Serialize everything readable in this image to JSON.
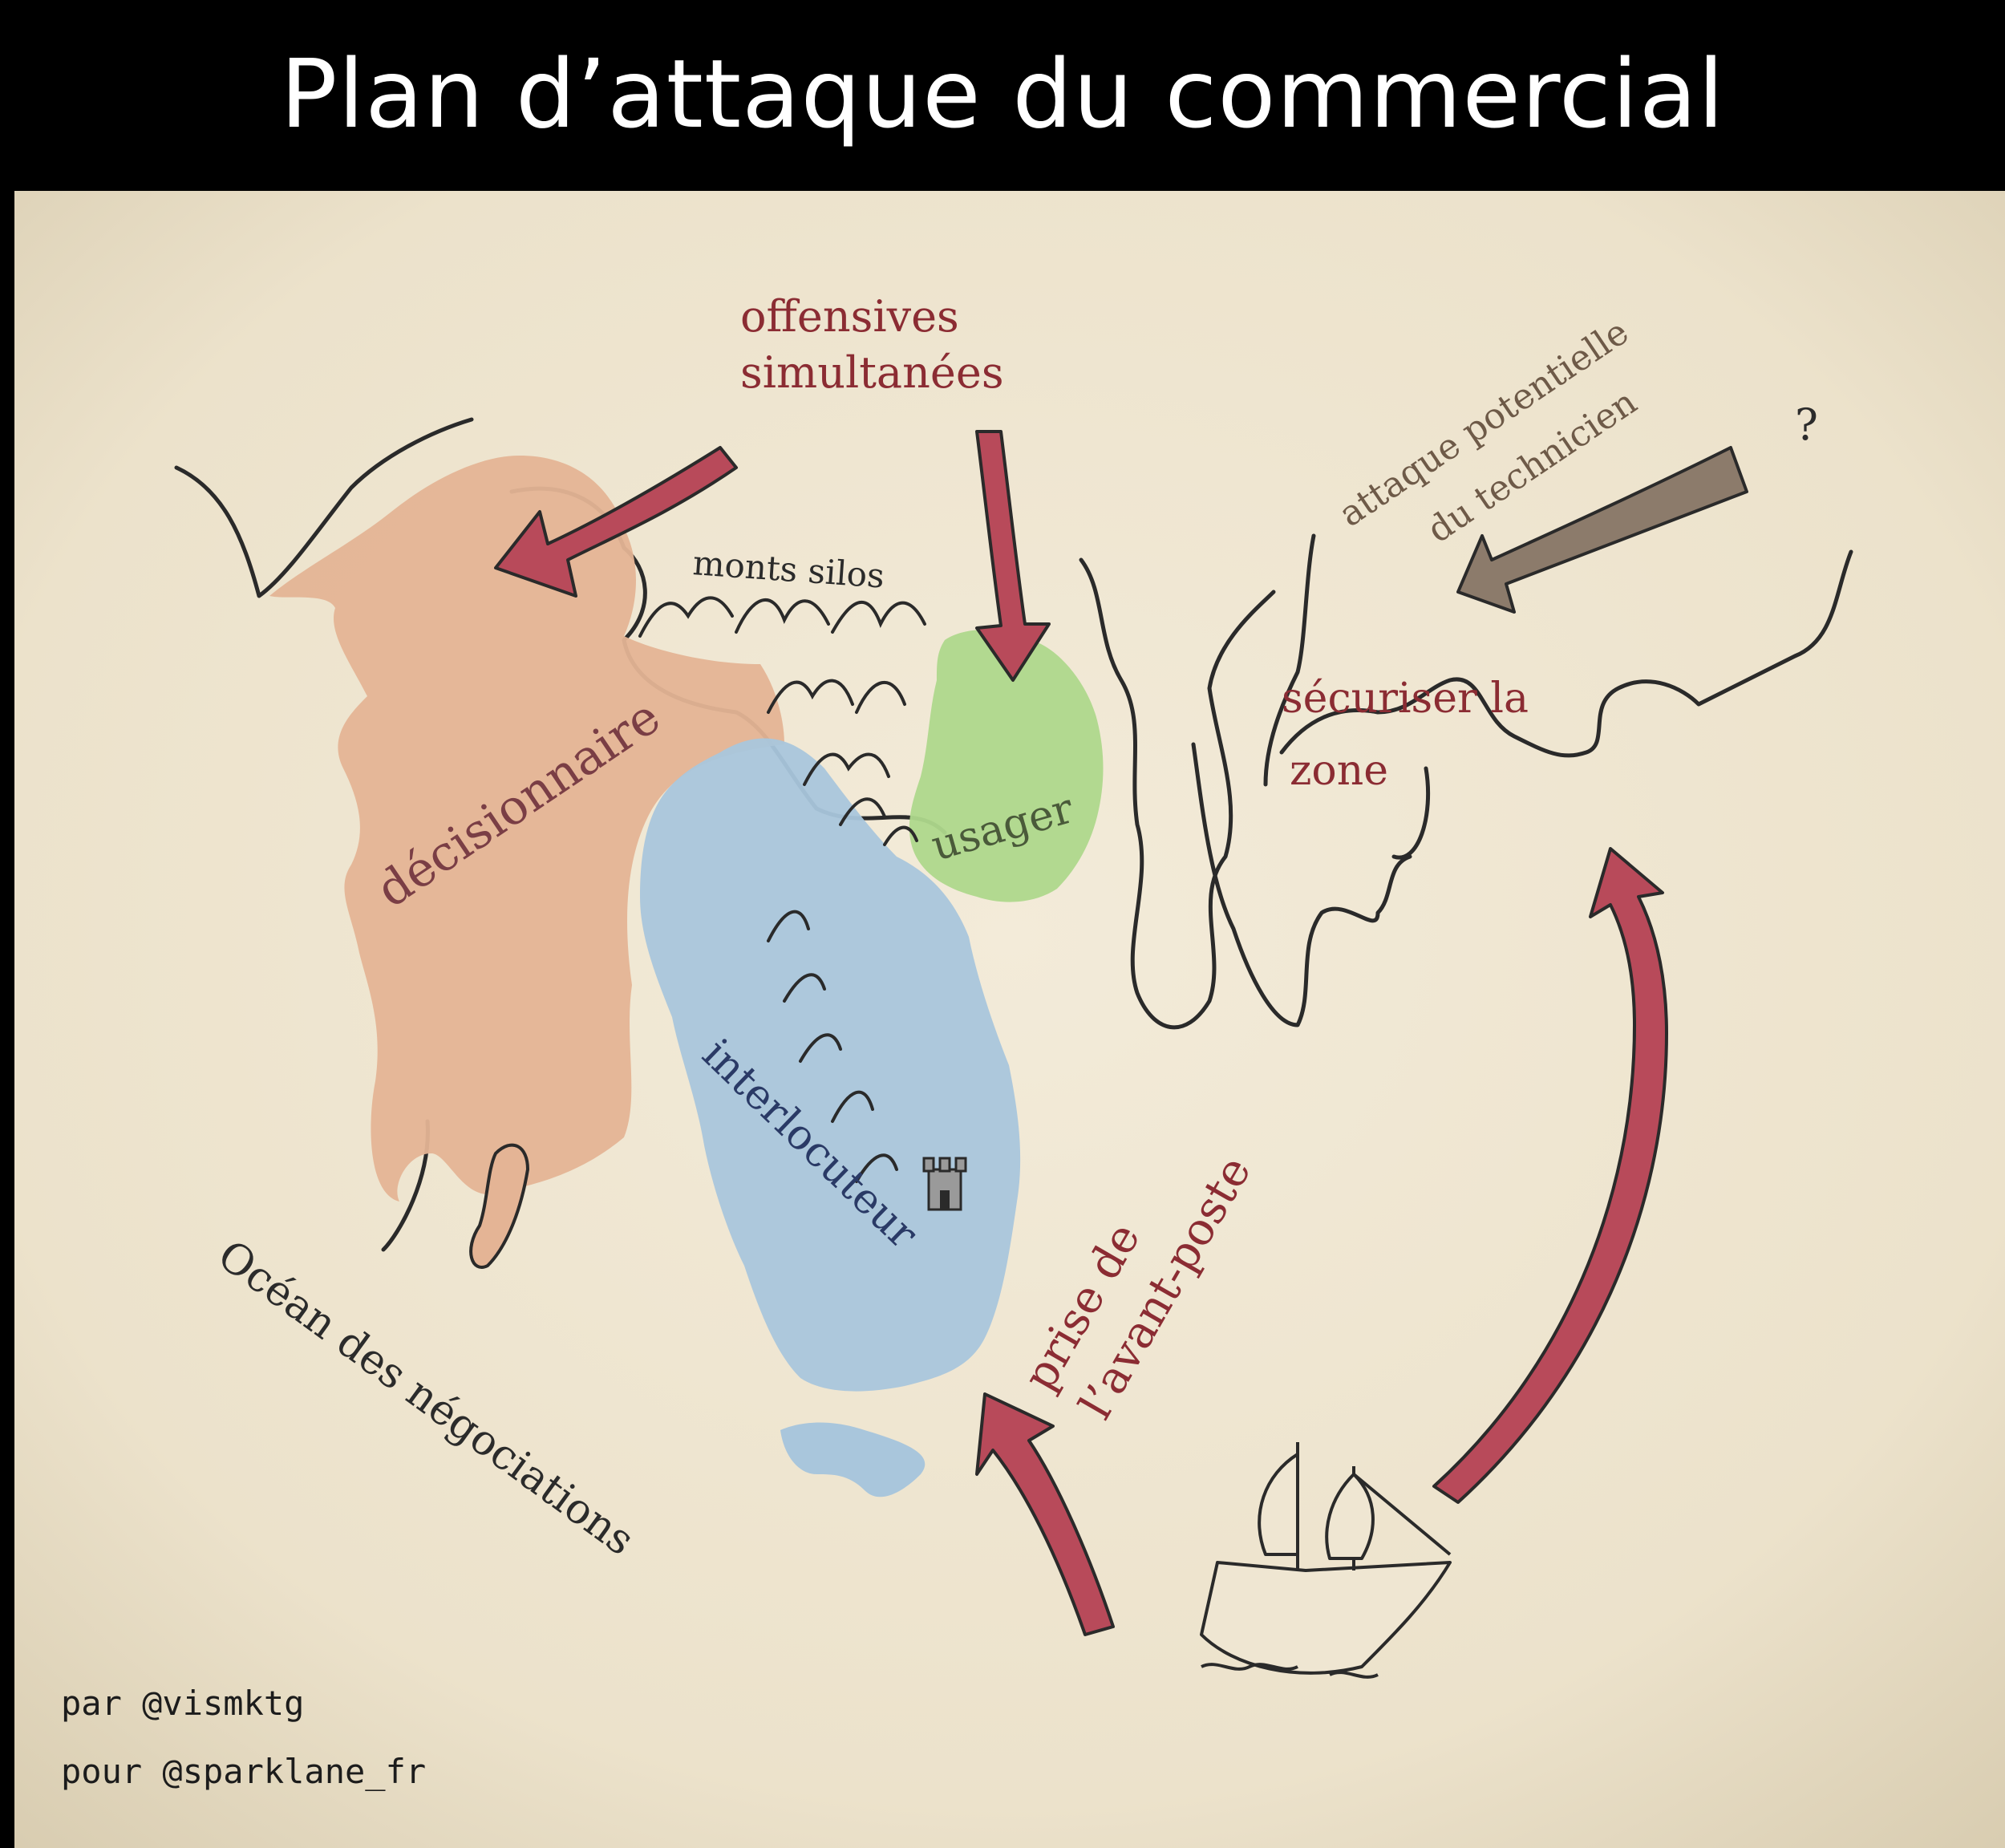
{
  "title": "Plan d’attaque du commercial",
  "regions": {
    "decisionnaire": "décisionnaire",
    "interlocuteur": "interlocuteur",
    "usager": "usager",
    "monts": "monts silos"
  },
  "annotations": {
    "offensives_line1": "offensives",
    "offensives_line2": "simultanées",
    "attaque_line1": "attaque potentielle",
    "attaque_line2": "du technicien",
    "question": "?",
    "securiser_line1": "sécuriser la",
    "securiser_line2": "zone",
    "prise_line1": "prise de",
    "prise_line2": "l’avant-poste",
    "ocean": "Océan des négociations"
  },
  "credits": {
    "line1": "par @vismktg",
    "line2": "pour @sparklane_fr"
  },
  "colors": {
    "parchment": "#efe6d2",
    "decisionnaire": "#e4b495",
    "interlocuteur": "#a9c6dc",
    "usager": "#aed88c",
    "attack_arrow": "#b84a5a",
    "technician_arrow": "#8c7b6b",
    "title_bg": "#000000",
    "title_text": "#ffffff"
  },
  "icons": [
    "castle-icon",
    "ship-icon",
    "mountain-icon"
  ]
}
